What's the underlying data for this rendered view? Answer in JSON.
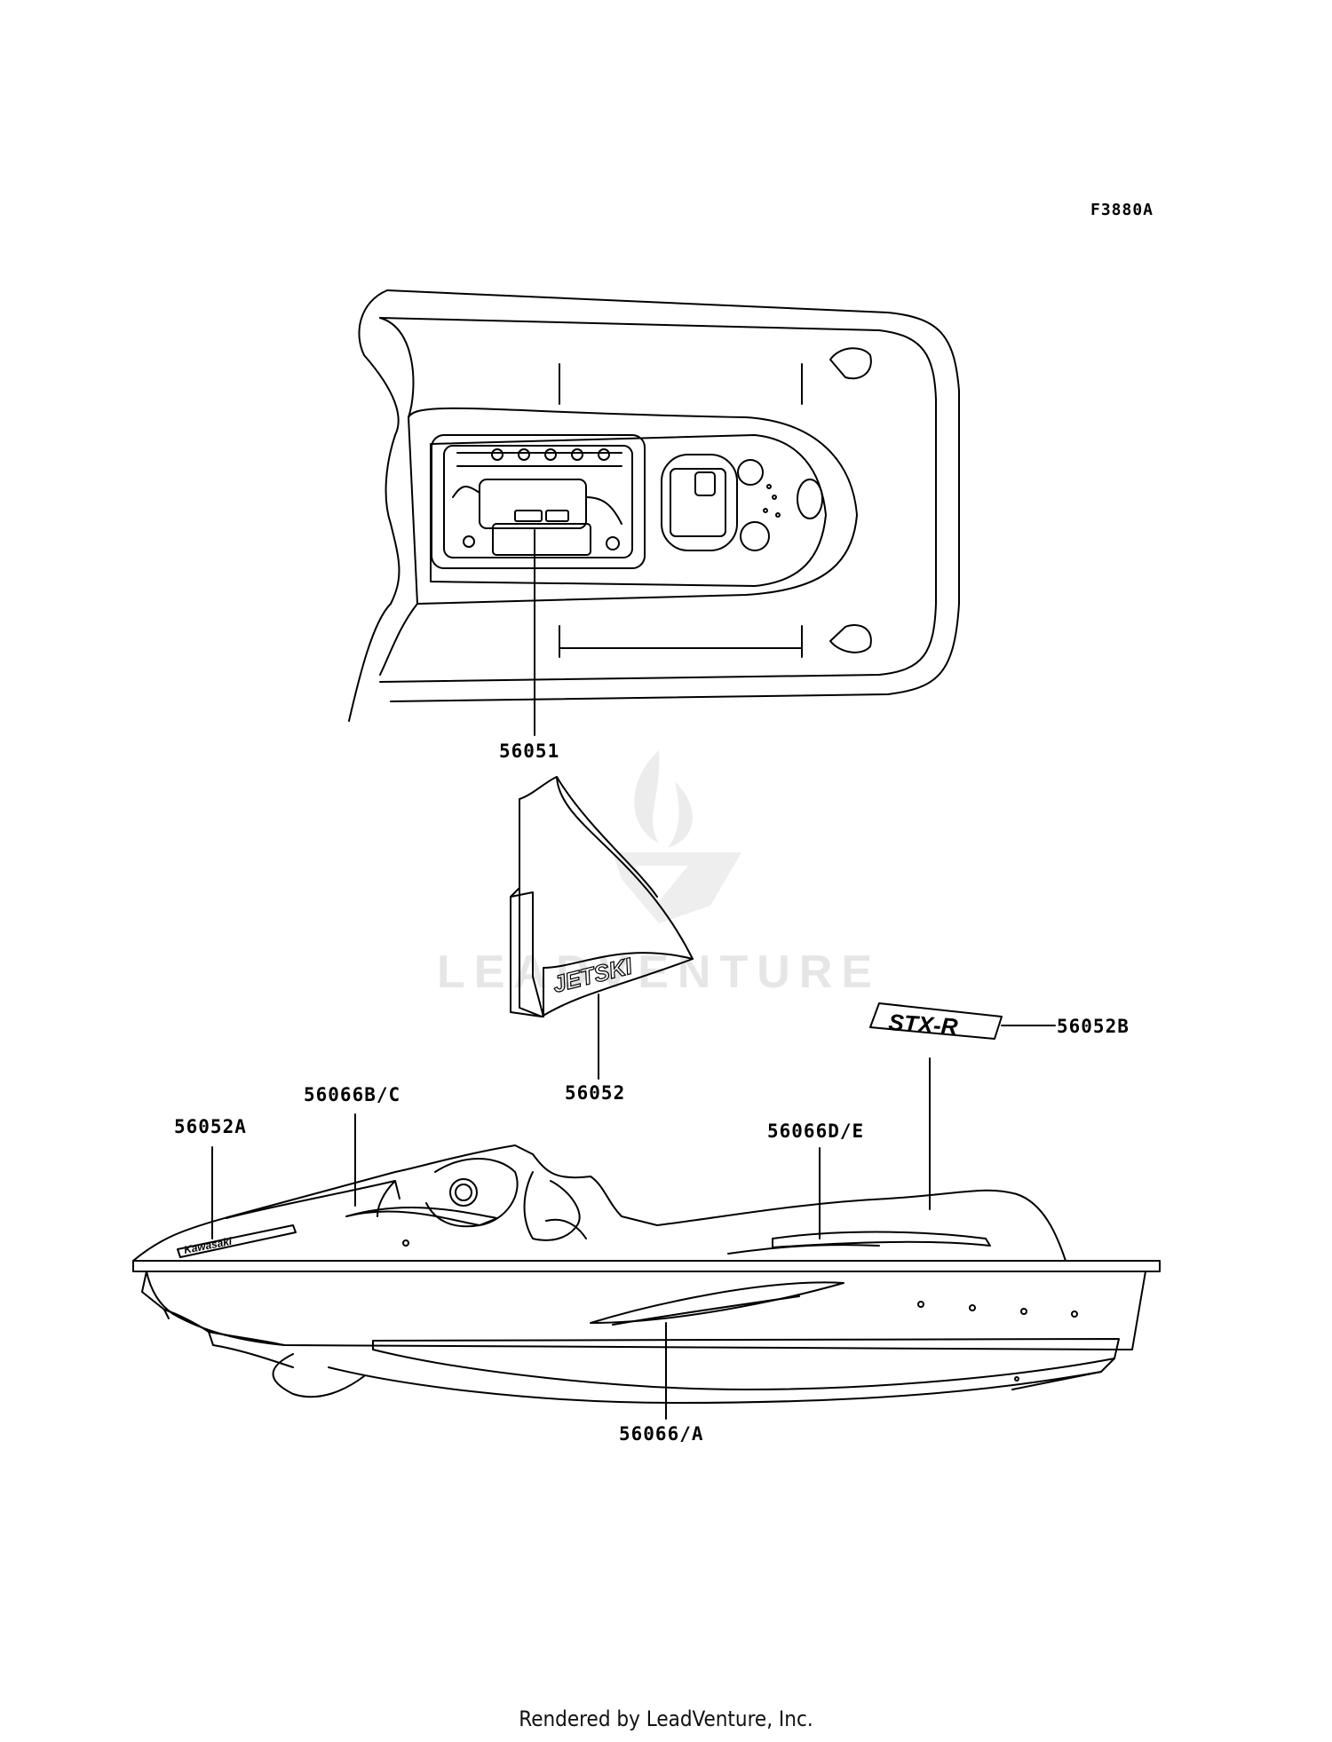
{
  "diagram": {
    "figure_code": "F3880A",
    "callouts": [
      {
        "id": "c1",
        "part": "56051"
      },
      {
        "id": "c2",
        "part": "56052"
      },
      {
        "id": "c3",
        "part": "56052B"
      },
      {
        "id": "c4",
        "part": "56066B/C"
      },
      {
        "id": "c5",
        "part": "56052A"
      },
      {
        "id": "c6",
        "part": "56066D/E"
      },
      {
        "id": "c7",
        "part": "56066/A"
      }
    ],
    "decals": {
      "kawasaki": "Kawasaki",
      "jetski": "JETSKI",
      "model": "STX-R"
    }
  },
  "watermark": {
    "brand": "LEADVENTURE"
  },
  "footer": {
    "credit": "Rendered by LeadVenture, Inc."
  },
  "colors": {
    "line": "#000000",
    "watermark": "#e6e6e6",
    "background": "#ffffff"
  }
}
